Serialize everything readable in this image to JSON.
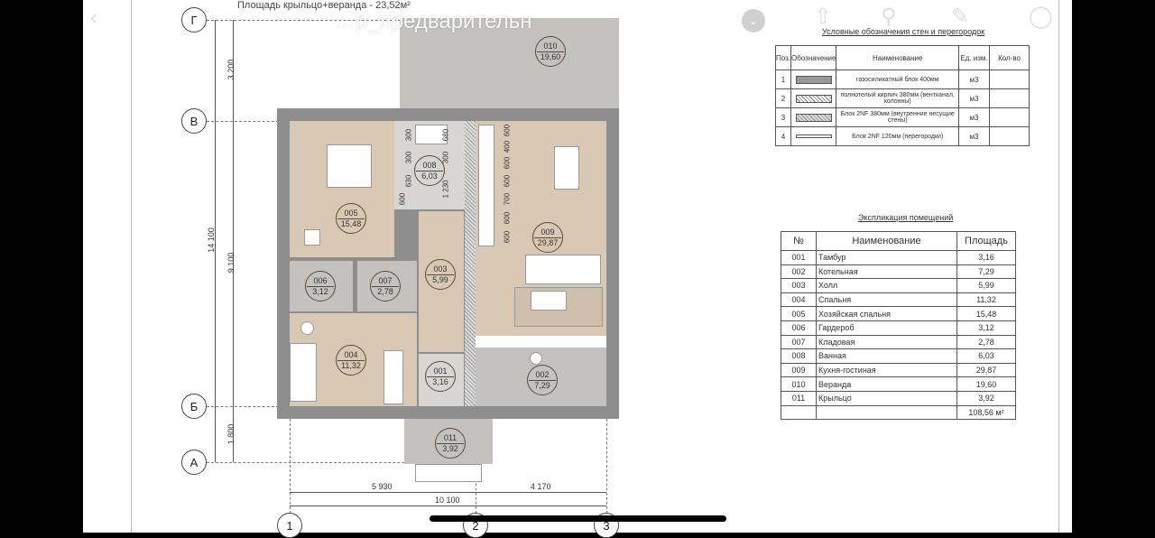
{
  "viewer": {
    "title": "…р_предварительн",
    "icons": [
      "chevron-left-icon",
      "chevron-down-circle-icon",
      "share-icon",
      "search-icon",
      "markup-icon",
      "more-icon"
    ]
  },
  "plan": {
    "area_note": "Площадь крыльцо+веранда - 23,52м²",
    "axes_rows": [
      "Г",
      "В",
      "Б",
      "А"
    ],
    "axes_cols": [
      "1",
      "2",
      "3"
    ],
    "dims_left": [
      "3 200",
      "9 100",
      "1 800",
      "14 100"
    ],
    "dims_bottom": [
      "5 930",
      "4 170",
      "10 100"
    ],
    "kitchen_dims": [
      "600",
      "400",
      "600",
      "600",
      "700",
      "600",
      "600"
    ],
    "bath_dims": [
      "300",
      "680",
      "300",
      "300",
      "630",
      "1 230",
      "600"
    ],
    "rooms": [
      {
        "no": "010",
        "area": "19,60"
      },
      {
        "no": "005",
        "area": "15,48"
      },
      {
        "no": "008",
        "area": "6,03"
      },
      {
        "no": "009",
        "area": "29,87"
      },
      {
        "no": "003",
        "area": "5,99"
      },
      {
        "no": "006",
        "area": "3,12"
      },
      {
        "no": "007",
        "area": "2,78"
      },
      {
        "no": "004",
        "area": "11,32"
      },
      {
        "no": "001",
        "area": "3,16"
      },
      {
        "no": "002",
        "area": "7,29"
      },
      {
        "no": "011",
        "area": "3,92"
      }
    ]
  },
  "legend": {
    "title": "Условные обозначения стен и перегородок",
    "headers": [
      "Поз.",
      "Обозначение",
      "Наименование",
      "Ед. изм.",
      "Кол-во"
    ],
    "rows": [
      {
        "pos": "1",
        "name": "газосиликатный блок 400мм",
        "unit": "м3",
        "qty": ""
      },
      {
        "pos": "2",
        "name": "полнотелый кирпич 380мм (вентканал, колонны)",
        "unit": "м3",
        "qty": ""
      },
      {
        "pos": "3",
        "name": "Блок 2NF 380мм (внутренние несущие стены)",
        "unit": "м3",
        "qty": ""
      },
      {
        "pos": "4",
        "name": "Блок 2NF 120мм (перегородки)",
        "unit": "м3",
        "qty": ""
      }
    ]
  },
  "explication": {
    "title": "Экспликация помещений",
    "headers": [
      "№",
      "Наименование",
      "Площадь"
    ],
    "rows": [
      {
        "no": "001",
        "name": "Тамбур",
        "area": "3,16"
      },
      {
        "no": "002",
        "name": "Котельная",
        "area": "7,29"
      },
      {
        "no": "003",
        "name": "Холл",
        "area": "5,99"
      },
      {
        "no": "004",
        "name": "Спальня",
        "area": "11,32"
      },
      {
        "no": "005",
        "name": "Хозяйская спальня",
        "area": "15,48"
      },
      {
        "no": "006",
        "name": "Гардероб",
        "area": "3,12"
      },
      {
        "no": "007",
        "name": "Кладовая",
        "area": "2,78"
      },
      {
        "no": "008",
        "name": "Ванная",
        "area": "6,03"
      },
      {
        "no": "009",
        "name": "Кухня-гостиная",
        "area": "29,87"
      },
      {
        "no": "010",
        "name": "Веранда",
        "area": "19,60"
      },
      {
        "no": "011",
        "name": "Крыльцо",
        "area": "3,92"
      }
    ],
    "total": "108,56 м²"
  }
}
